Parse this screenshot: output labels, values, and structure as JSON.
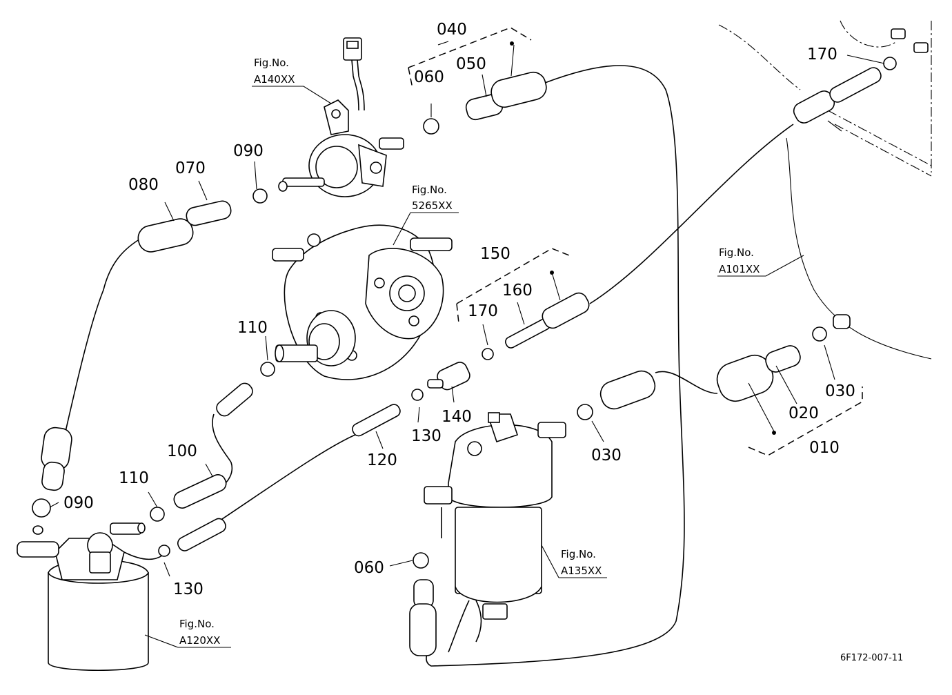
{
  "labels": {
    "p010": "010",
    "p020": "020",
    "p030_a": "030",
    "p030_b": "030",
    "p040": "040",
    "p050": "050",
    "p060_a": "060",
    "p060_b": "060",
    "p070": "070",
    "p080": "080",
    "p090_a": "090",
    "p090_b": "090",
    "p100": "100",
    "p110_a": "110",
    "p110_b": "110",
    "p120": "120",
    "p130_a": "130",
    "p130_b": "130",
    "p140": "140",
    "p150": "150",
    "p160": "160",
    "p170_a": "170",
    "p170_b": "170"
  },
  "figure_refs": {
    "a140": {
      "title": "Fig.No.",
      "code": "A140XX"
    },
    "f5265": {
      "title": "Fig.No.",
      "code": "5265XX"
    },
    "a101": {
      "title": "Fig.No.",
      "code": "A101XX"
    },
    "a135": {
      "title": "Fig.No.",
      "code": "A135XX"
    },
    "a120": {
      "title": "Fig.No.",
      "code": "A120XX"
    }
  },
  "drawing_code": "6F172-007-11"
}
